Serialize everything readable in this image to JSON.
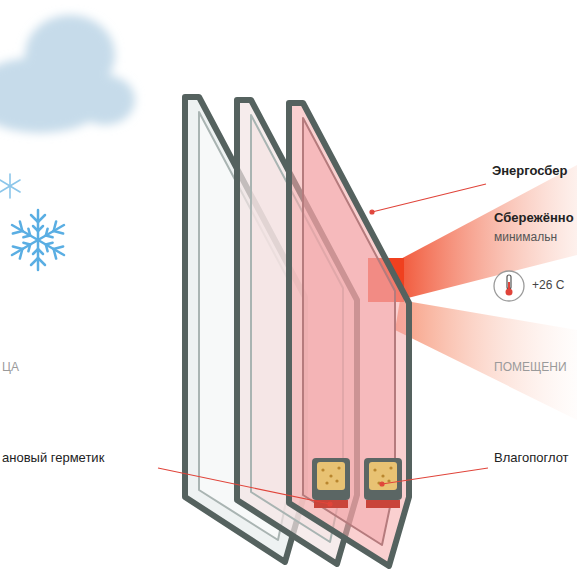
{
  "diagram": {
    "labels": [
      "Энергосбер",
      "Сбережённо",
      "минимальн",
      "+26 С",
      "ЦА",
      "ПОМЕЩЕНИ",
      "ановый герметик",
      "Влагопоглот"
    ]
  }
}
